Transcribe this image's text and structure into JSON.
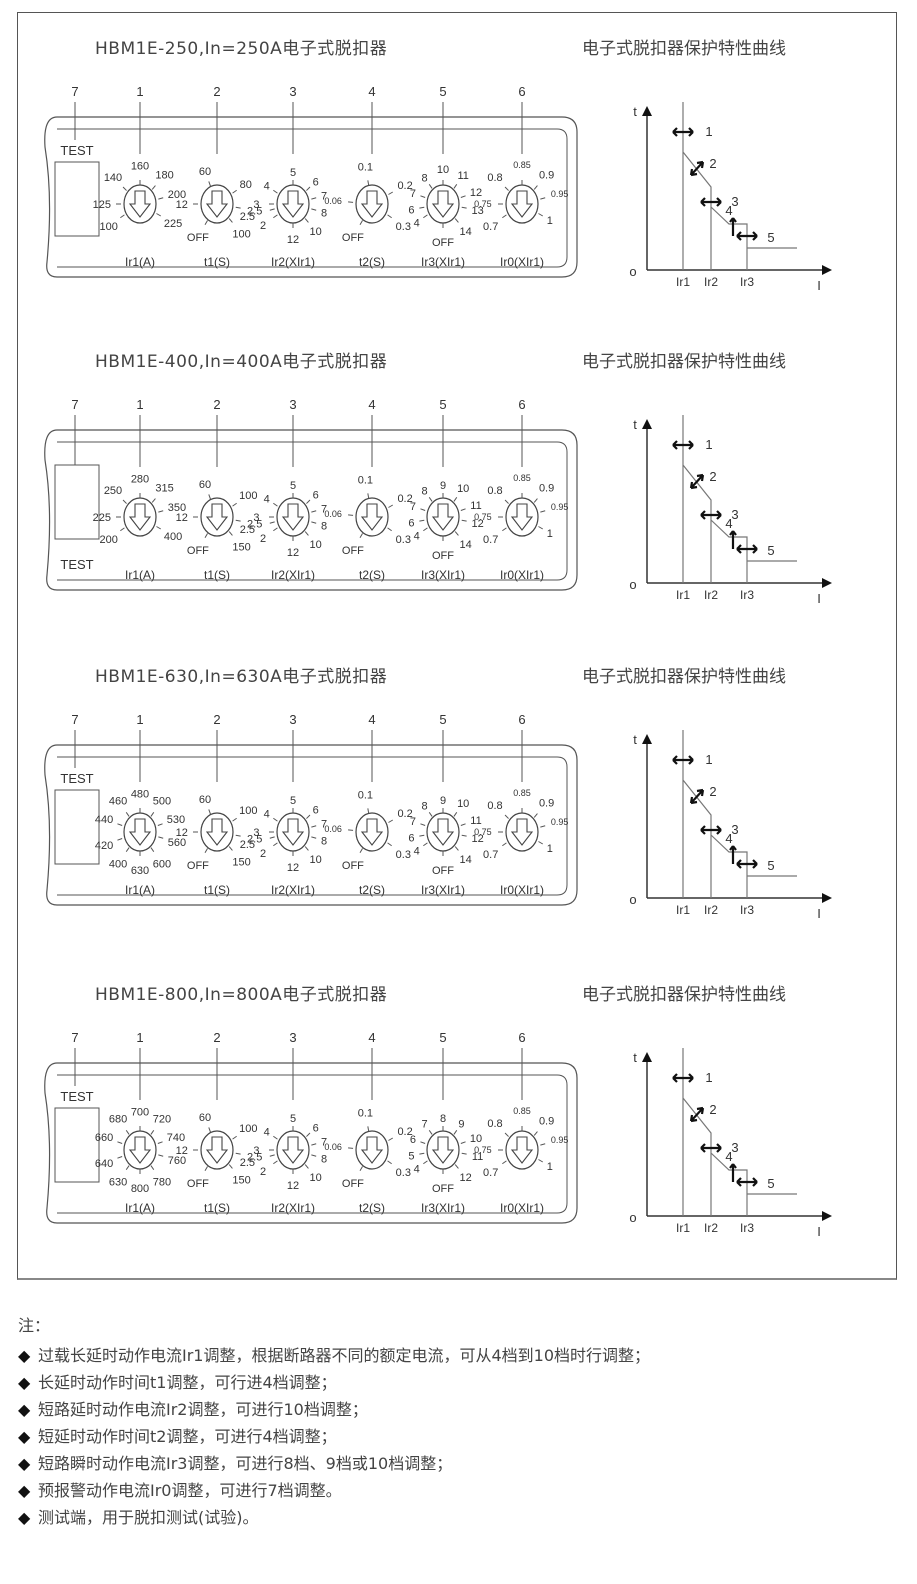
{
  "sections": [
    {
      "title": "HBM1E-250,In=250A电子式脱扣器",
      "curve_title": "电子式脱扣器保护特性曲线",
      "test_position": "top",
      "callouts": [
        "7",
        "1",
        "2",
        "3",
        "4",
        "5",
        "6"
      ],
      "test_label": "TEST",
      "dials": [
        {
          "name": "Ir1(A)",
          "ticks": [
            "100",
            "125",
            "140",
            "160",
            "180",
            "200",
            "225"
          ]
        },
        {
          "name": "t1(S)",
          "ticks": [
            "OFF",
            "12",
            "60",
            "80",
            "2.5",
            "100"
          ]
        },
        {
          "name": "Ir2(XIr1)",
          "ticks": [
            "2",
            "3",
            "4",
            "5",
            "6",
            "7",
            "8",
            "10",
            "12",
            "2.5"
          ]
        },
        {
          "name": "t2(S)",
          "ticks": [
            "OFF",
            "0.06",
            "0.1",
            "0.2",
            "0.3"
          ]
        },
        {
          "name": "Ir3(XIr1)",
          "ticks": [
            "4",
            "6",
            "7",
            "8",
            "10",
            "11",
            "12",
            "13",
            "14",
            "OFF"
          ]
        },
        {
          "name": "Ir0(XIr1)",
          "ticks": [
            "0.7",
            "0.75",
            "0.8",
            "0.85",
            "0.9",
            "0.95",
            "1"
          ]
        }
      ]
    },
    {
      "title": "HBM1E-400,In=400A电子式脱扣器",
      "curve_title": "电子式脱扣器保护特性曲线",
      "test_position": "bottom",
      "callouts": [
        "7",
        "1",
        "2",
        "3",
        "4",
        "5",
        "6"
      ],
      "test_label": "TEST",
      "dials": [
        {
          "name": "Ir1(A)",
          "ticks": [
            "200",
            "225",
            "250",
            "280",
            "315",
            "350",
            "400"
          ]
        },
        {
          "name": "t1(S)",
          "ticks": [
            "OFF",
            "12",
            "60",
            "100",
            "2.5",
            "150"
          ]
        },
        {
          "name": "Ir2(XIr1)",
          "ticks": [
            "2",
            "3",
            "4",
            "5",
            "6",
            "7",
            "8",
            "10",
            "12",
            "2.5"
          ]
        },
        {
          "name": "t2(S)",
          "ticks": [
            "OFF",
            "0.06",
            "0.1",
            "0.2",
            "0.3"
          ]
        },
        {
          "name": "Ir3(XIr1)",
          "ticks": [
            "4",
            "6",
            "7",
            "8",
            "9",
            "10",
            "11",
            "12",
            "14",
            "OFF"
          ]
        },
        {
          "name": "Ir0(XIr1)",
          "ticks": [
            "0.7",
            "0.75",
            "0.8",
            "0.85",
            "0.9",
            "0.95",
            "1"
          ]
        }
      ]
    },
    {
      "title": "HBM1E-630,In=630A电子式脱扣器",
      "curve_title": "电子式脱扣器保护特性曲线",
      "test_position": "top",
      "callouts": [
        "7",
        "1",
        "2",
        "3",
        "4",
        "5",
        "6"
      ],
      "test_label": "TEST",
      "dials": [
        {
          "name": "Ir1(A)",
          "ticks": [
            "400",
            "420",
            "440",
            "460",
            "480",
            "500",
            "530",
            "560",
            "600",
            "630"
          ]
        },
        {
          "name": "t1(S)",
          "ticks": [
            "OFF",
            "12",
            "60",
            "100",
            "2.5",
            "150"
          ]
        },
        {
          "name": "Ir2(XIr1)",
          "ticks": [
            "2",
            "3",
            "4",
            "5",
            "6",
            "7",
            "8",
            "10",
            "12",
            "2.5"
          ]
        },
        {
          "name": "t2(S)",
          "ticks": [
            "OFF",
            "0.06",
            "0.1",
            "0.2",
            "0.3"
          ]
        },
        {
          "name": "Ir3(XIr1)",
          "ticks": [
            "4",
            "6",
            "7",
            "8",
            "9",
            "10",
            "11",
            "12",
            "14",
            "OFF"
          ]
        },
        {
          "name": "Ir0(XIr1)",
          "ticks": [
            "0.7",
            "0.75",
            "0.8",
            "0.85",
            "0.9",
            "0.95",
            "1"
          ]
        }
      ]
    },
    {
      "title": "HBM1E-800,In=800A电子式脱扣器",
      "curve_title": "电子式脱扣器保护特性曲线",
      "test_position": "top",
      "callouts": [
        "7",
        "1",
        "2",
        "3",
        "4",
        "5",
        "6"
      ],
      "test_label": "TEST",
      "dials": [
        {
          "name": "Ir1(A)",
          "ticks": [
            "630",
            "640",
            "660",
            "680",
            "700",
            "720",
            "740",
            "760",
            "780",
            "800"
          ]
        },
        {
          "name": "t1(S)",
          "ticks": [
            "OFF",
            "12",
            "60",
            "100",
            "2.5",
            "150"
          ]
        },
        {
          "name": "Ir2(XIr1)",
          "ticks": [
            "2",
            "3",
            "4",
            "5",
            "6",
            "7",
            "8",
            "10",
            "12",
            "2.5"
          ]
        },
        {
          "name": "t2(S)",
          "ticks": [
            "OFF",
            "0.06",
            "0.1",
            "0.2",
            "0.3"
          ]
        },
        {
          "name": "Ir3(XIr1)",
          "ticks": [
            "4",
            "5",
            "6",
            "7",
            "8",
            "9",
            "10",
            "11",
            "12",
            "OFF"
          ]
        },
        {
          "name": "Ir0(XIr1)",
          "ticks": [
            "0.7",
            "0.75",
            "0.8",
            "0.85",
            "0.9",
            "0.95",
            "1"
          ]
        }
      ]
    }
  ],
  "curve": {
    "axis_t": "t",
    "axis_i": "I",
    "origin": "o",
    "x_labels": [
      "Ir1",
      "Ir2",
      "Ir3"
    ],
    "markers": [
      "1",
      "2",
      "3",
      "4",
      "5"
    ]
  },
  "notes": {
    "heading": "注：",
    "bullet": "◆",
    "items": [
      "过载长延时动作电流Ir1调整，根据断路器不同的额定电流，可从4档到10档时行调整；",
      "长延时动作时间t1调整，可行进4档调整；",
      "短路延时动作电流Ir2调整，可进行10档调整；",
      "短延时动作时间t2调整，可进行4档调整；",
      "短路瞬时动作电流Ir3调整，可进行8档、9档或10档调整；",
      "预报警动作电流Ir0调整，可进行7档调整。",
      "测试端，用于脱扣测试(试验)。"
    ]
  }
}
